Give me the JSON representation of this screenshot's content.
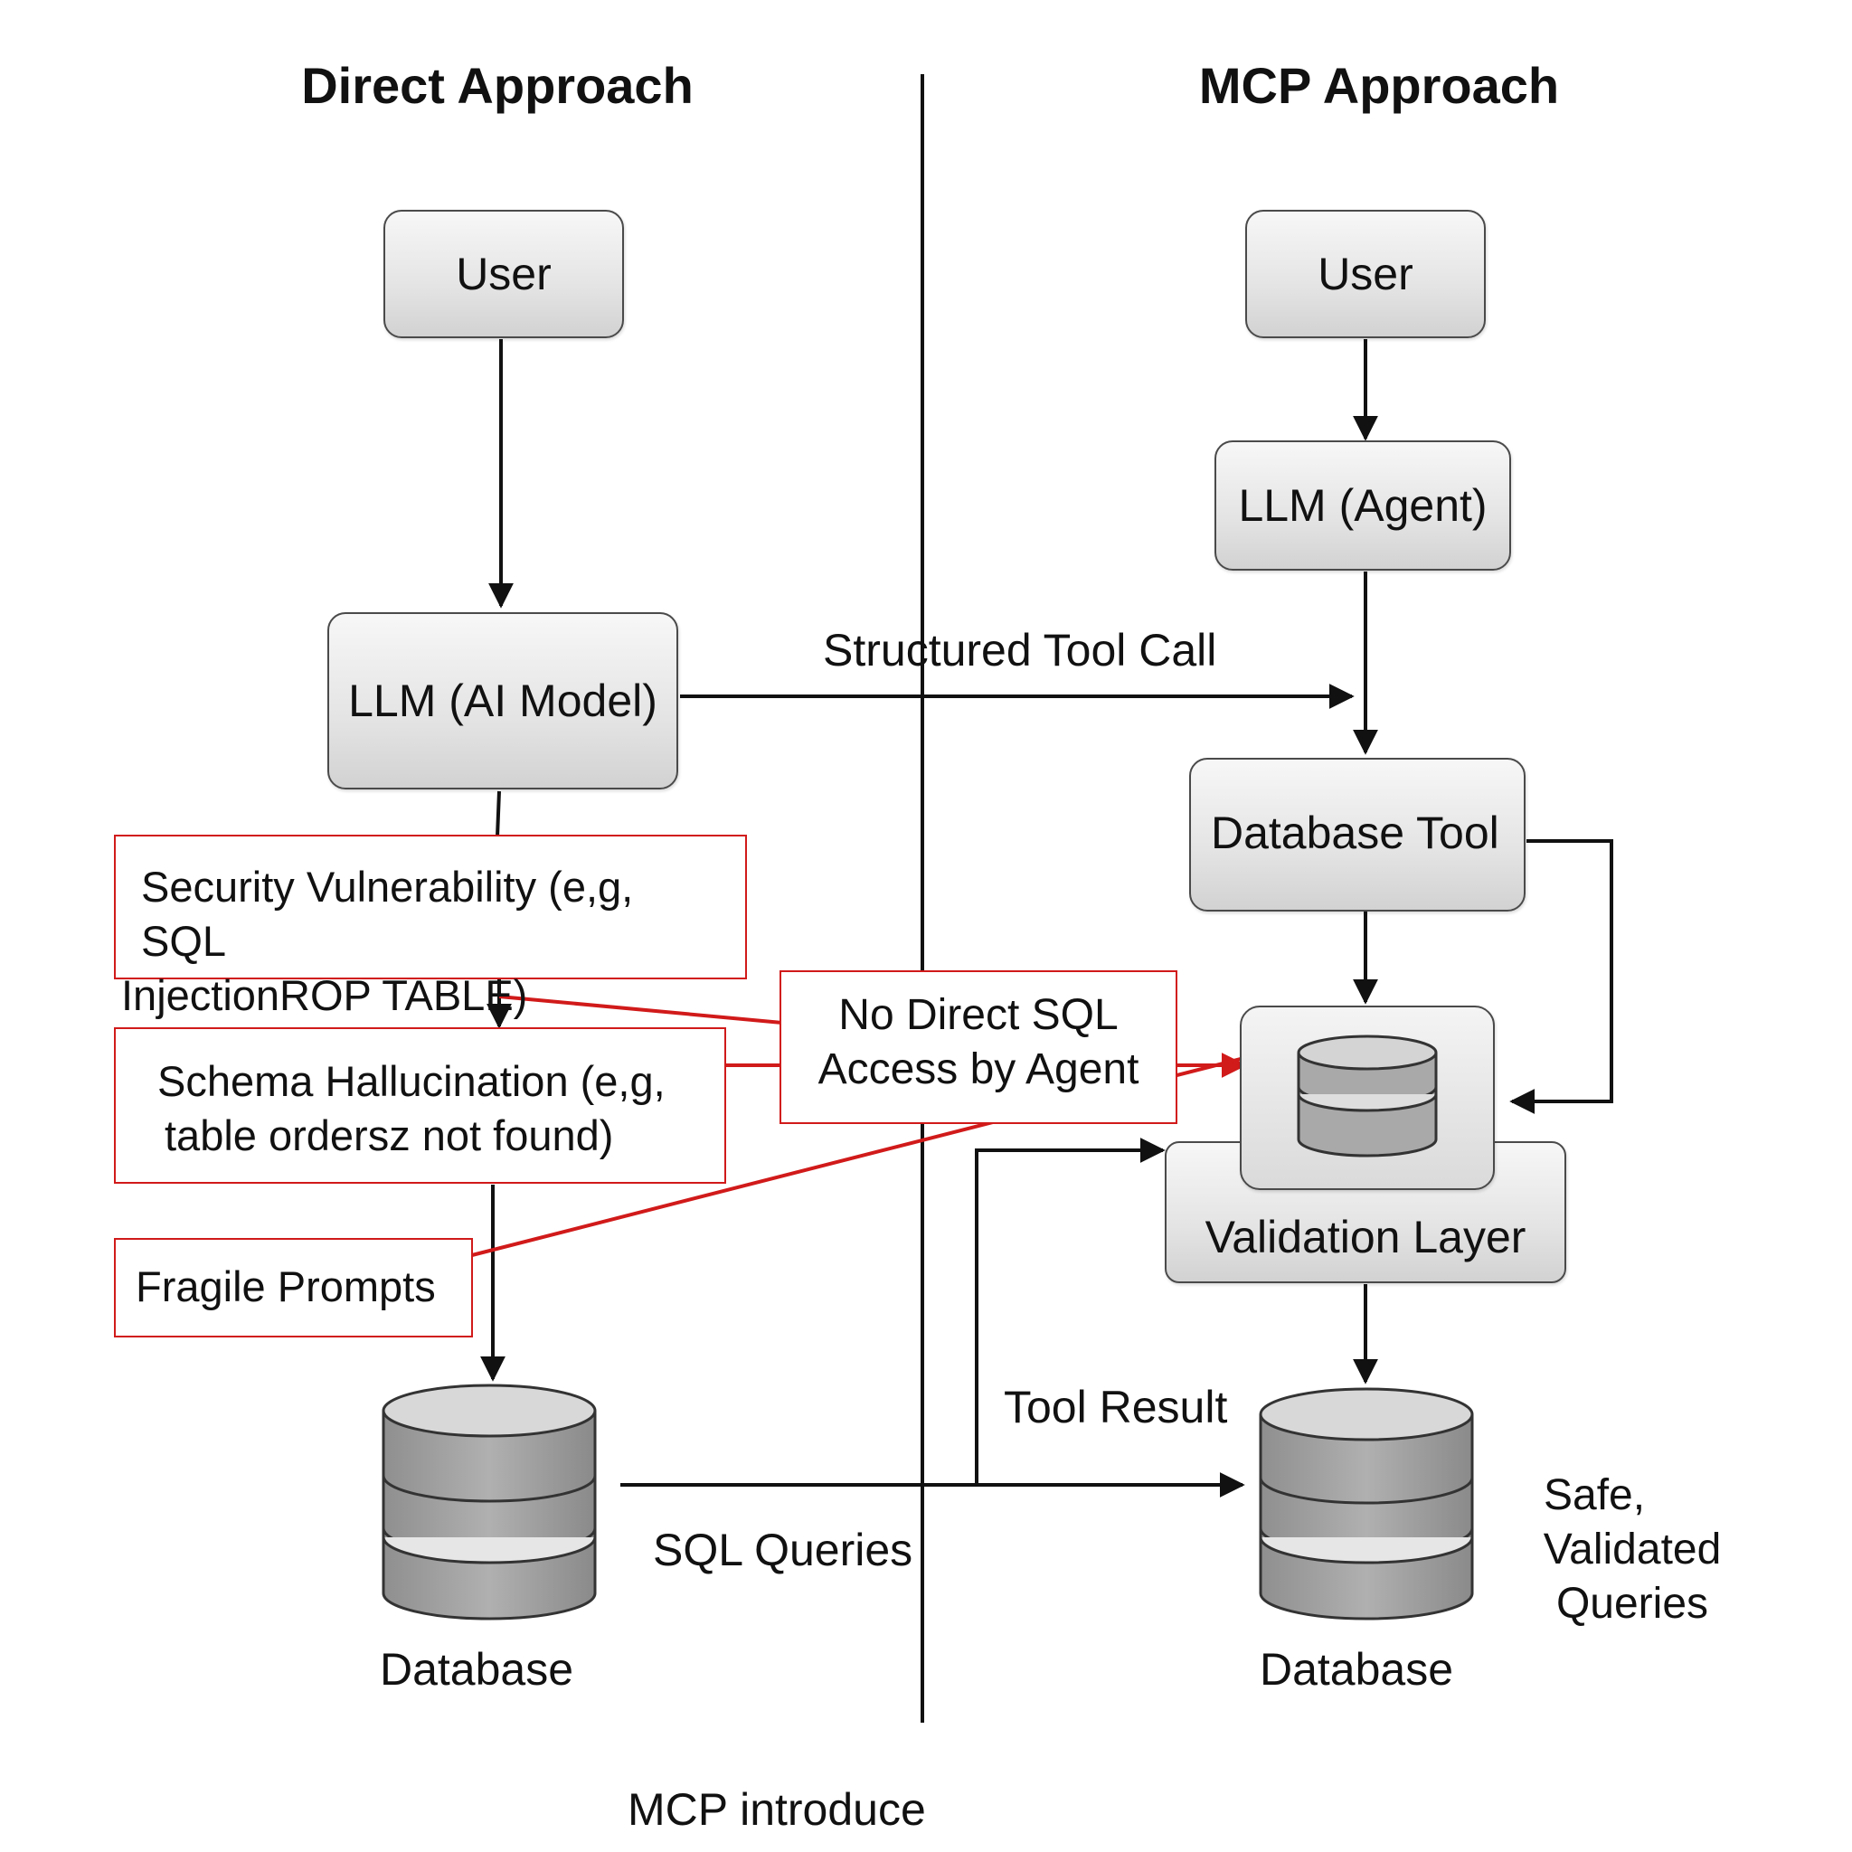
{
  "headings": {
    "left": "Direct Approach",
    "right": "MCP Approach"
  },
  "direct": {
    "user": "User",
    "llm": "LLM (AI Model)",
    "database": "Database",
    "issues": [
      {
        "line1": "Security Vulnerability (e,g, SQL",
        "line2": "InjectionROP TABLE)"
      },
      {
        "line1": "Schema Hallucination (e,g,",
        "line2": "table ordersz not found)"
      },
      {
        "line1": "Fragile Prompts",
        "line2": ""
      }
    ]
  },
  "mcp": {
    "user": "User",
    "llm": "LLM (Agent)",
    "tool": "Database Tool",
    "validation": "Validation Layer",
    "database": "Database",
    "safe_line1": "Safe,",
    "safe_line2": "Validated",
    "safe_line3": "Queries"
  },
  "center": {
    "no_direct_line1": "No Direct SQL",
    "no_direct_line2": "Access by Agent",
    "structured_tool_call": "Structured Tool Call",
    "tool_result": "Tool Result",
    "sql_queries": "SQL Queries"
  },
  "footer": "MCP introduce",
  "colors": {
    "line": "#111111",
    "accent": "#d11a1a",
    "box_stroke": "#4a4a4a"
  }
}
